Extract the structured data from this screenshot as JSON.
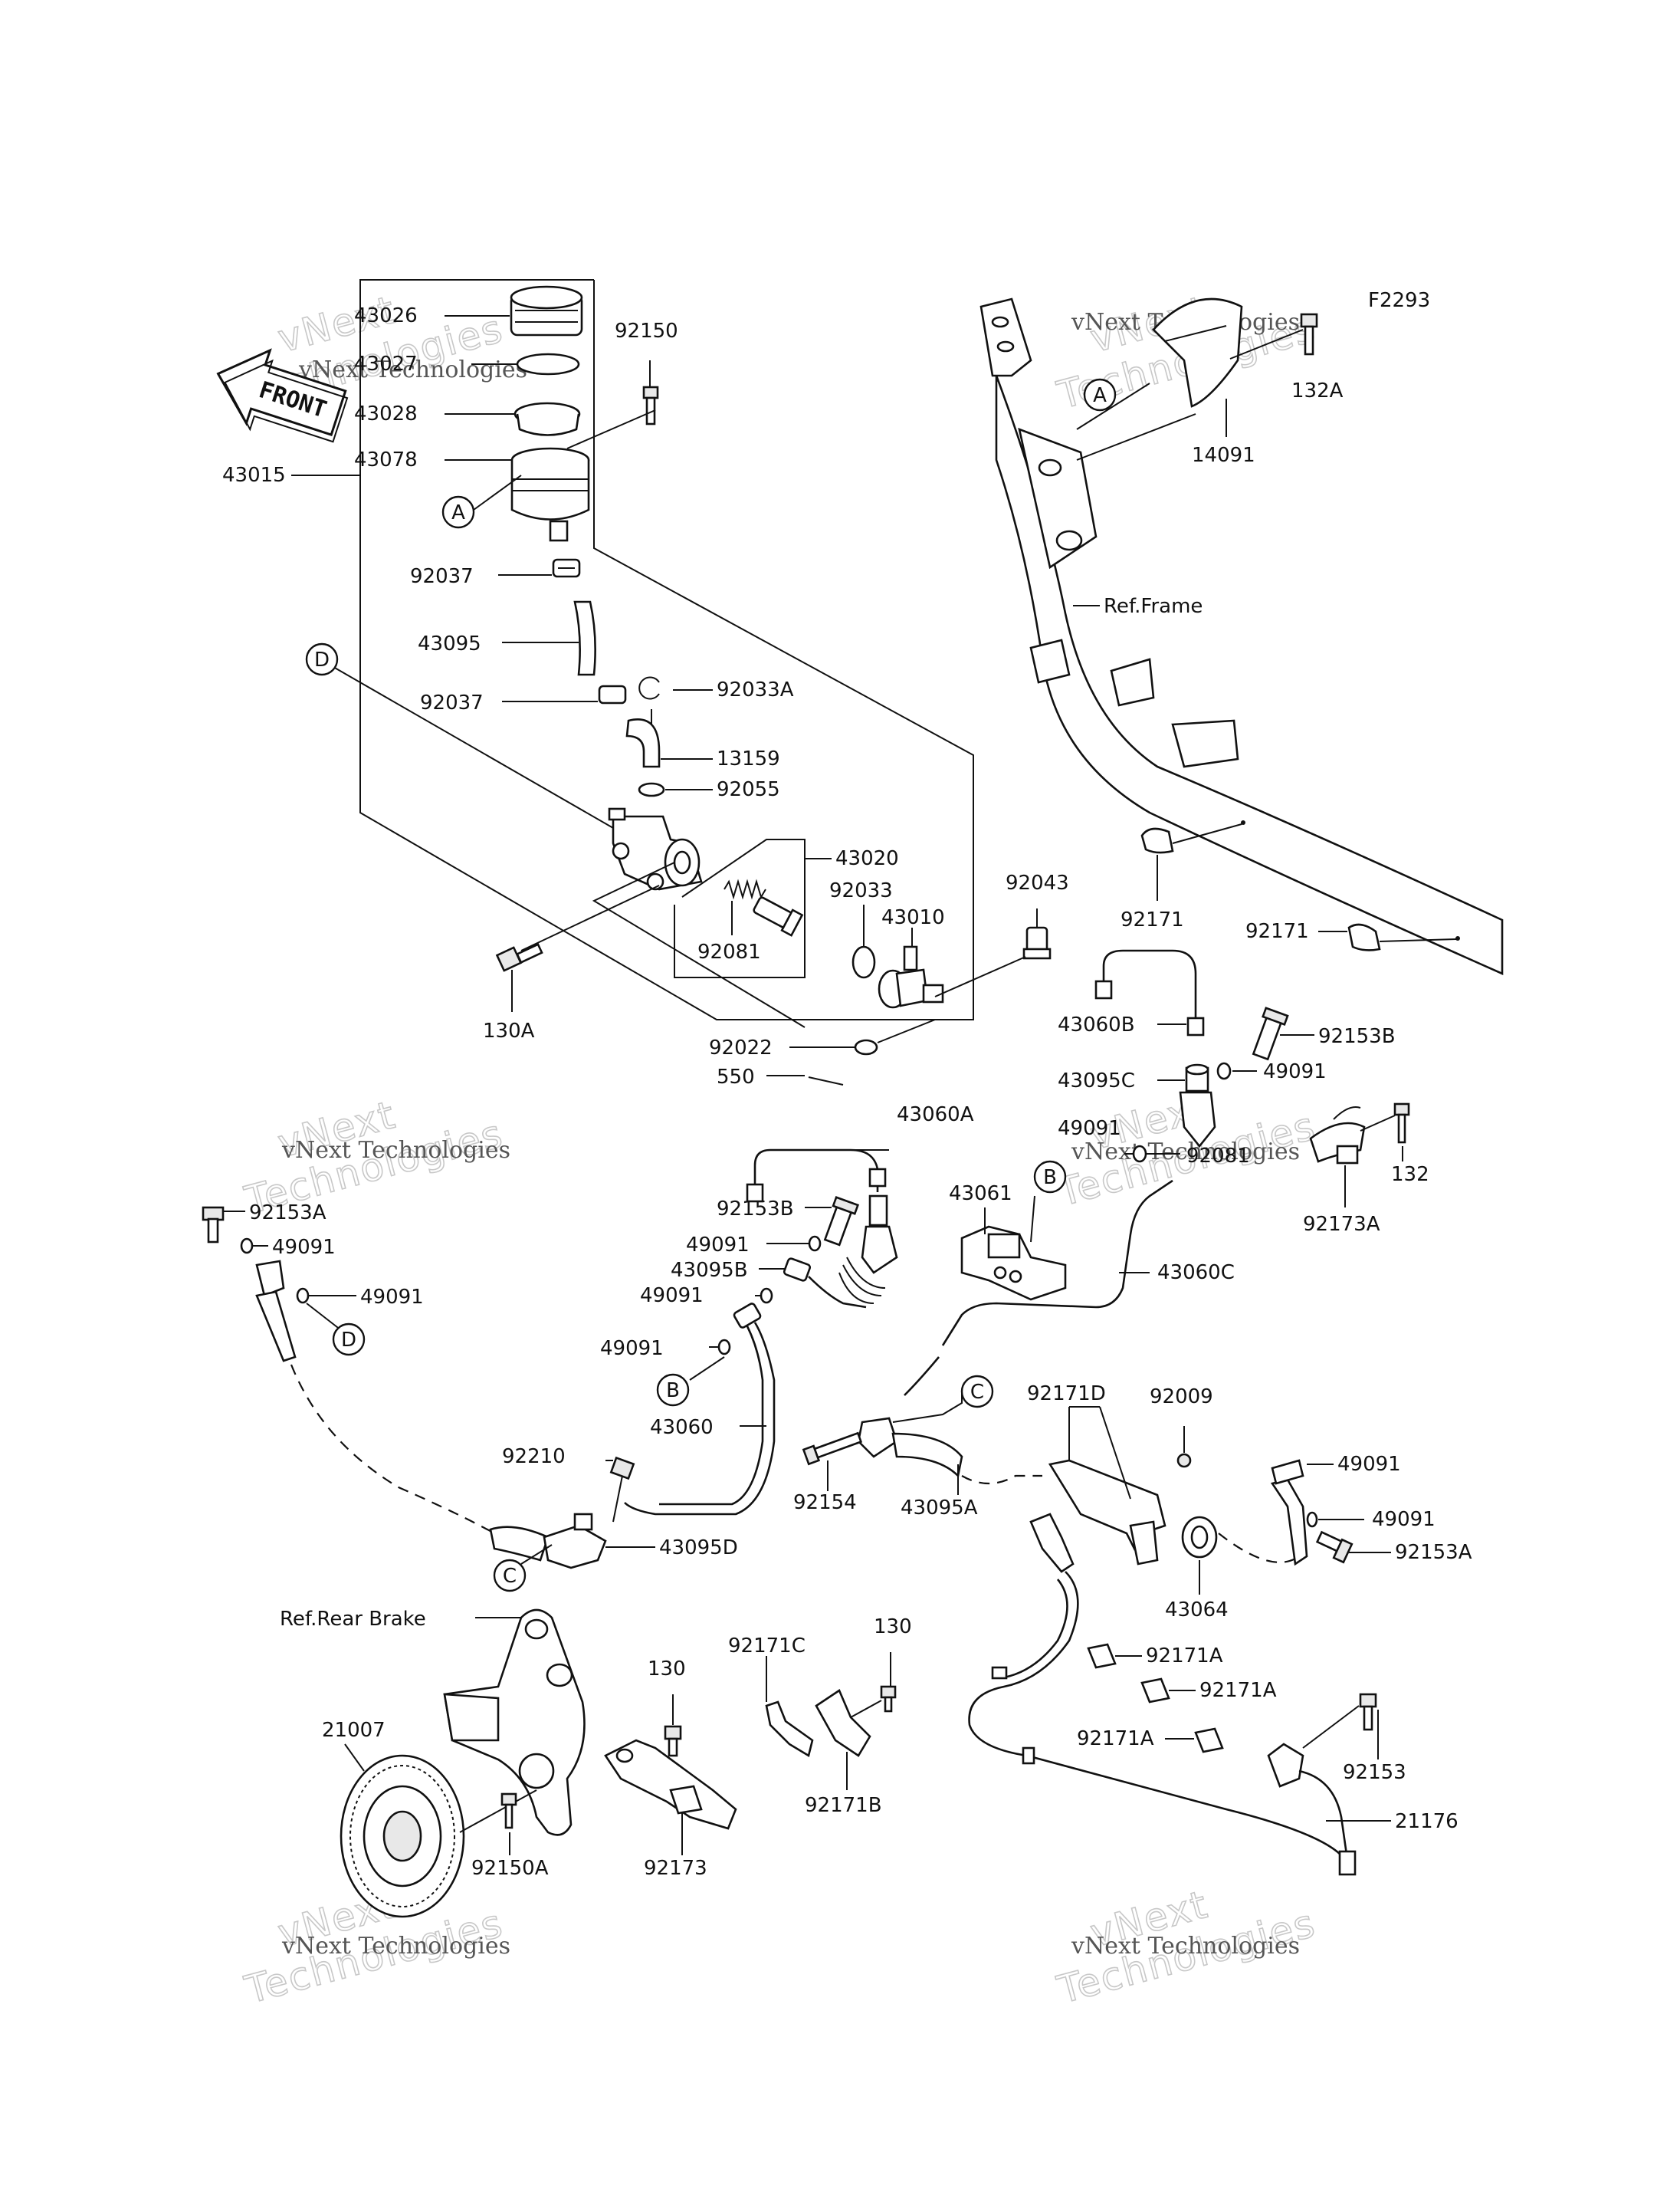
{
  "diagram_code": "F2293",
  "front_label": "FRONT",
  "refs": {
    "frame": "Ref.Frame",
    "rear_brake": "Ref.Rear Brake"
  },
  "circle_labels": [
    "A",
    "D",
    "A",
    "B",
    "B",
    "C",
    "C"
  ],
  "watermark": {
    "line1": "vNext Technologies",
    "line2": "Technologies",
    "small_right": "vNext"
  },
  "parts": {
    "p43026": "43026",
    "p43027": "43027",
    "p43028": "43028",
    "p43078": "43078",
    "p43015": "43015",
    "p92150": "92150",
    "p92037a": "92037",
    "p43095": "43095",
    "p92037b": "92037",
    "p92033A": "92033A",
    "p13159": "13159",
    "p92055": "92055",
    "p43020": "43020",
    "p92033": "92033",
    "p92081": "92081",
    "p43010": "43010",
    "p92043": "92043",
    "p130A": "130A",
    "p92022": "92022",
    "p550": "550",
    "p43060A": "43060A",
    "p132A": "132A",
    "p14091": "14091",
    "p92171a": "92171",
    "p92171b": "92171",
    "p43060B": "43060B",
    "p92153B_r": "92153B",
    "p43095C": "43095C",
    "p49091_r1": "49091",
    "p49091_r2": "49091",
    "p92081_r": "92081",
    "p132": "132",
    "p92173A": "92173A",
    "p92153A_l": "92153A",
    "p49091_l1": "49091",
    "p49091_l2": "49091",
    "p92153B": "92153B",
    "p49091_c1": "49091",
    "p43095B": "43095B",
    "p49091_c2": "49091",
    "p49091_c3": "49091",
    "p43060": "43060",
    "p43061": "43061",
    "p43060C": "43060C",
    "p92210": "92210",
    "p43095D": "43095D",
    "p92154": "92154",
    "p43095A": "43095A",
    "p92171D": "92171D",
    "p92009": "92009",
    "p49091_rr1": "49091",
    "p49091_rr2": "49091",
    "p92153A_r": "92153A",
    "p43064": "43064",
    "p130a": "130",
    "p130b": "130",
    "p92171C": "92171C",
    "p92171B": "92171B",
    "p92171A_1": "92171A",
    "p92171A_2": "92171A",
    "p92171A_3": "92171A",
    "p21007": "21007",
    "p92150A": "92150A",
    "p92173": "92173",
    "p92153": "92153",
    "p21176": "21176"
  }
}
